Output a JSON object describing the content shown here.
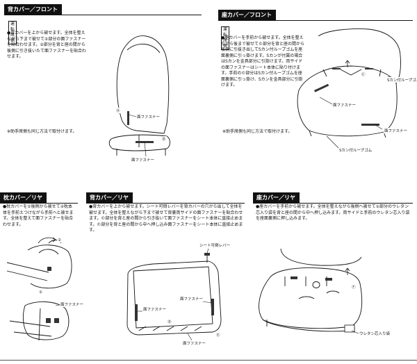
{
  "panels": {
    "back_front": {
      "title": "背カバー／フロント",
      "badge": "運転席側",
      "instruction": "●背カバーを上から被せます。全体を整えながら下まで被せて①部分の面ファスナーを貼合わせます。②部分を背と座の間から後側に引き抜いたて面ファスナーを貼合わせます。",
      "note": "※助手席側も同じ方法で取付けます。",
      "labels": {
        "circle_a": "Ⓐ",
        "circle_b": "Ⓑ",
        "fastener_1": "面ファスナー",
        "fastener_2": "面ファスナー"
      }
    },
    "seat_front": {
      "title": "座カバー／フロント",
      "badge": "運転席側",
      "instruction": "●座カバーを手前から被せます。全体を整えながら後まで被せて©部分を背と座の間から後側に引抜き出してSカン付ループゴムを座面裏側に引っ掛けます。Sカンが付属の場合はSカンを金具部分に引掛けます。両サイドの面ファスナーはシート本体に貼り付けます。手前の©部分はSカン付ループゴムを座面裏側に引っ掛け、Sカンを金具部分に引掛けます。",
      "note": "※助手席側も同じ方法で取付けます。",
      "labels": {
        "hook_band_1": "Sカン付ループゴム",
        "hook_band_2": "Sカン付ループゴム",
        "fastener_1": "面ファスナー",
        "fastener_2": "面ファスナー",
        "circle_c": "Ⓒ"
      }
    },
    "pillow_rear": {
      "title": "枕カバー／リヤ",
      "instruction": "●枕カバーを①後側から被せて②枕本体を手前えつけながら手前へと被せます。全体を整えて面ファスナーを貼合わせます。",
      "labels": {
        "circle_1": "①",
        "circle_2": "②",
        "fastener": "面ファスナー"
      }
    },
    "back_rear": {
      "title": "背カバー／リヤ",
      "instruction": "●背カバーを上から被せます。シート可倒レバーを背カバーの穴から出して全体を被せます。全体を整えながら下まで被せて背裏両サイドの面ファスナーを貼合わせます。©部分を背と座の間から引き抜いて面ファスナーをシート本体に直接止めます。©部分を背と座の間から中へ押し込み面ファスナーをシート本体に直接止めます。",
      "labels": {
        "lever": "シート可倒レバー",
        "fastener_1": "面ファスナー",
        "fastener_2": "面ファスナー",
        "fastener_3": "面ファスナー",
        "circle_d": "Ⓓ",
        "circle_e": "Ⓔ"
      }
    },
    "seat_rear": {
      "title": "座カバー／リヤ",
      "instruction": "●座カバーを手前から被せます。全体を整えながら後側へ被せて①部分のウレタン芯入り袋を背と座の間から中へ押し込みます。両サイドと手前のウレタン芯入り袋を座面裏側に押し込みます。",
      "labels": {
        "circle_f": "Ⓕ",
        "bag": "ウレタン芯入り袋"
      }
    }
  }
}
